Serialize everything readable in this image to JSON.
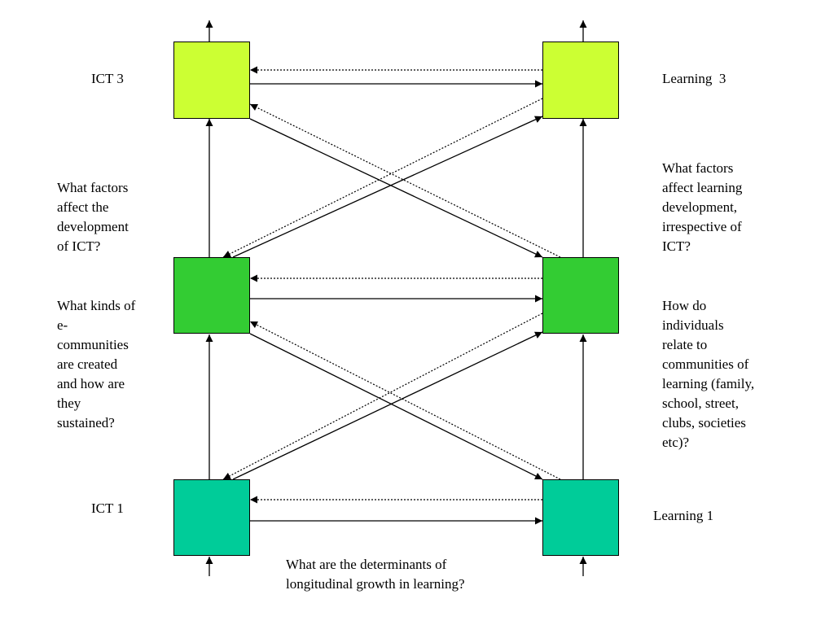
{
  "colors": {
    "ict_3": "#ccff33",
    "learning_3": "#ccff33",
    "ict_2": "#33cc33",
    "learning_2": "#33cc33",
    "ict_1": "#00cc99",
    "learning_1": "#00cc99",
    "line": "#000000"
  },
  "labels": {
    "ict_3": "ICT 3",
    "learning_3": "Learning  3",
    "ict_1": "ICT 1",
    "learning_1": "Learning 1",
    "ict_factors": "What factors\naffect the\ndevelopment\nof ICT?",
    "learning_factors": "What factors\naffect learning\ndevelopment,\nirrespective of\nICT?",
    "e_communities": "What kinds of\ne-\ncommunities\nare created\nand how are\nthey\nsustained?",
    "individuals": "How do\nindividuals\nrelate to\ncommunities of\nlearning (family,\nschool, street,\nclubs, societies\netc)?",
    "determinants": "What are the determinants of\nlongitudinal growth in learning?"
  }
}
